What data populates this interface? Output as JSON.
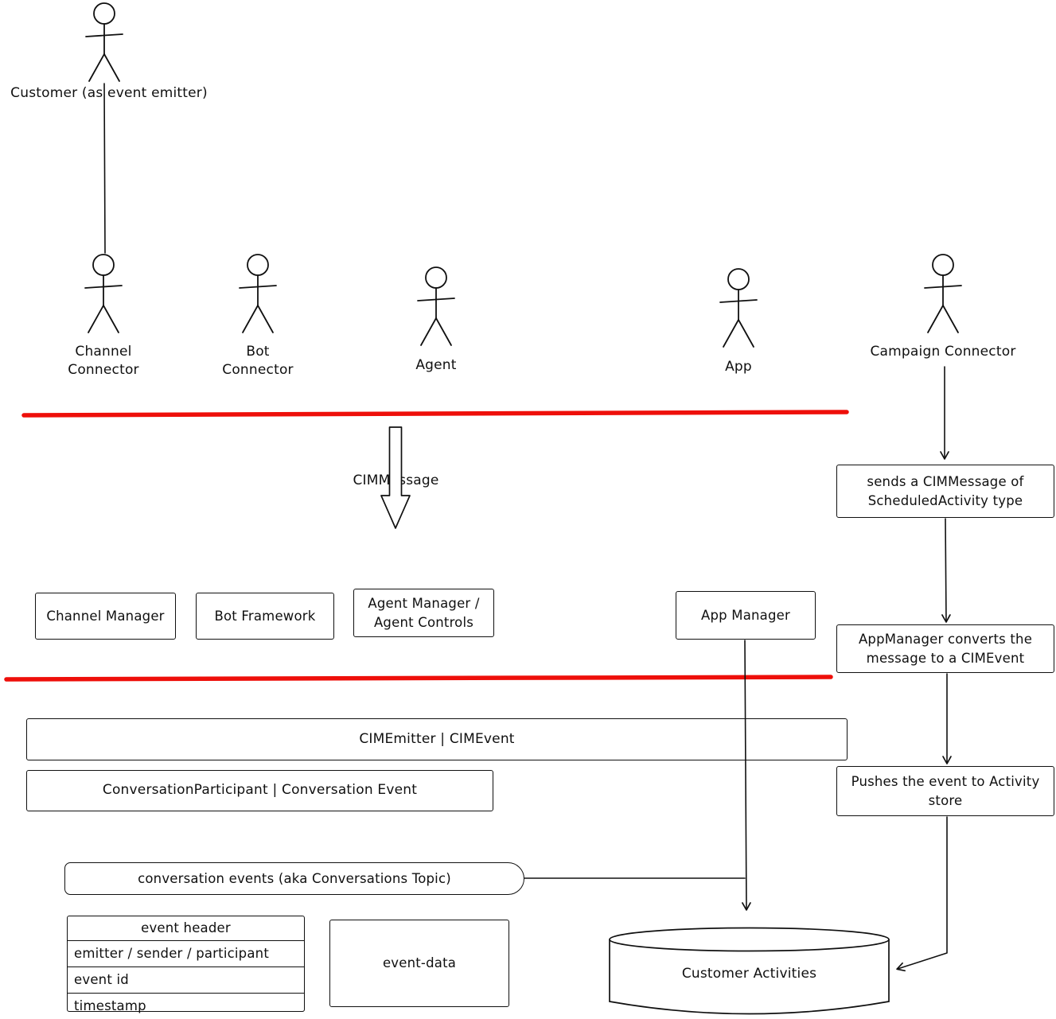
{
  "colors": {
    "ink": "#101010",
    "separator_line": "#ee0f0a",
    "background": "#ffffff"
  },
  "actors": {
    "customer": "Customer (as event emitter)",
    "channel_connector": "Channel\nConnector",
    "bot_connector": "Bot\nConnector",
    "agent": "Agent",
    "app": "App",
    "campaign_connector": "Campaign Connector"
  },
  "arrow": {
    "cim_message": "CIMMessage"
  },
  "managers": {
    "channel_manager": "Channel Manager",
    "bot_framework": "Bot Framework",
    "agent_manager": "Agent Manager /\nAgent Controls",
    "app_manager": "App Manager"
  },
  "campaign_flow": {
    "sends": "sends a CIMMessage of\nScheduledActivity type",
    "converts": "AppManager converts the\nmessage to a CIMEvent",
    "pushes": "Pushes the event to Activity\nstore"
  },
  "bars": {
    "cim_emitter": "CIMEmitter | CIMEvent",
    "conversation_participant": "ConversationParticipant | Conversation Event"
  },
  "topic": {
    "label": "conversation events (aka Conversations Topic)"
  },
  "event_header": {
    "title": "event header",
    "rows": [
      "emitter / sender / participant",
      "event id",
      "timestamp"
    ]
  },
  "event_data": {
    "label": "event-data"
  },
  "store": {
    "label": "Customer Activities"
  }
}
